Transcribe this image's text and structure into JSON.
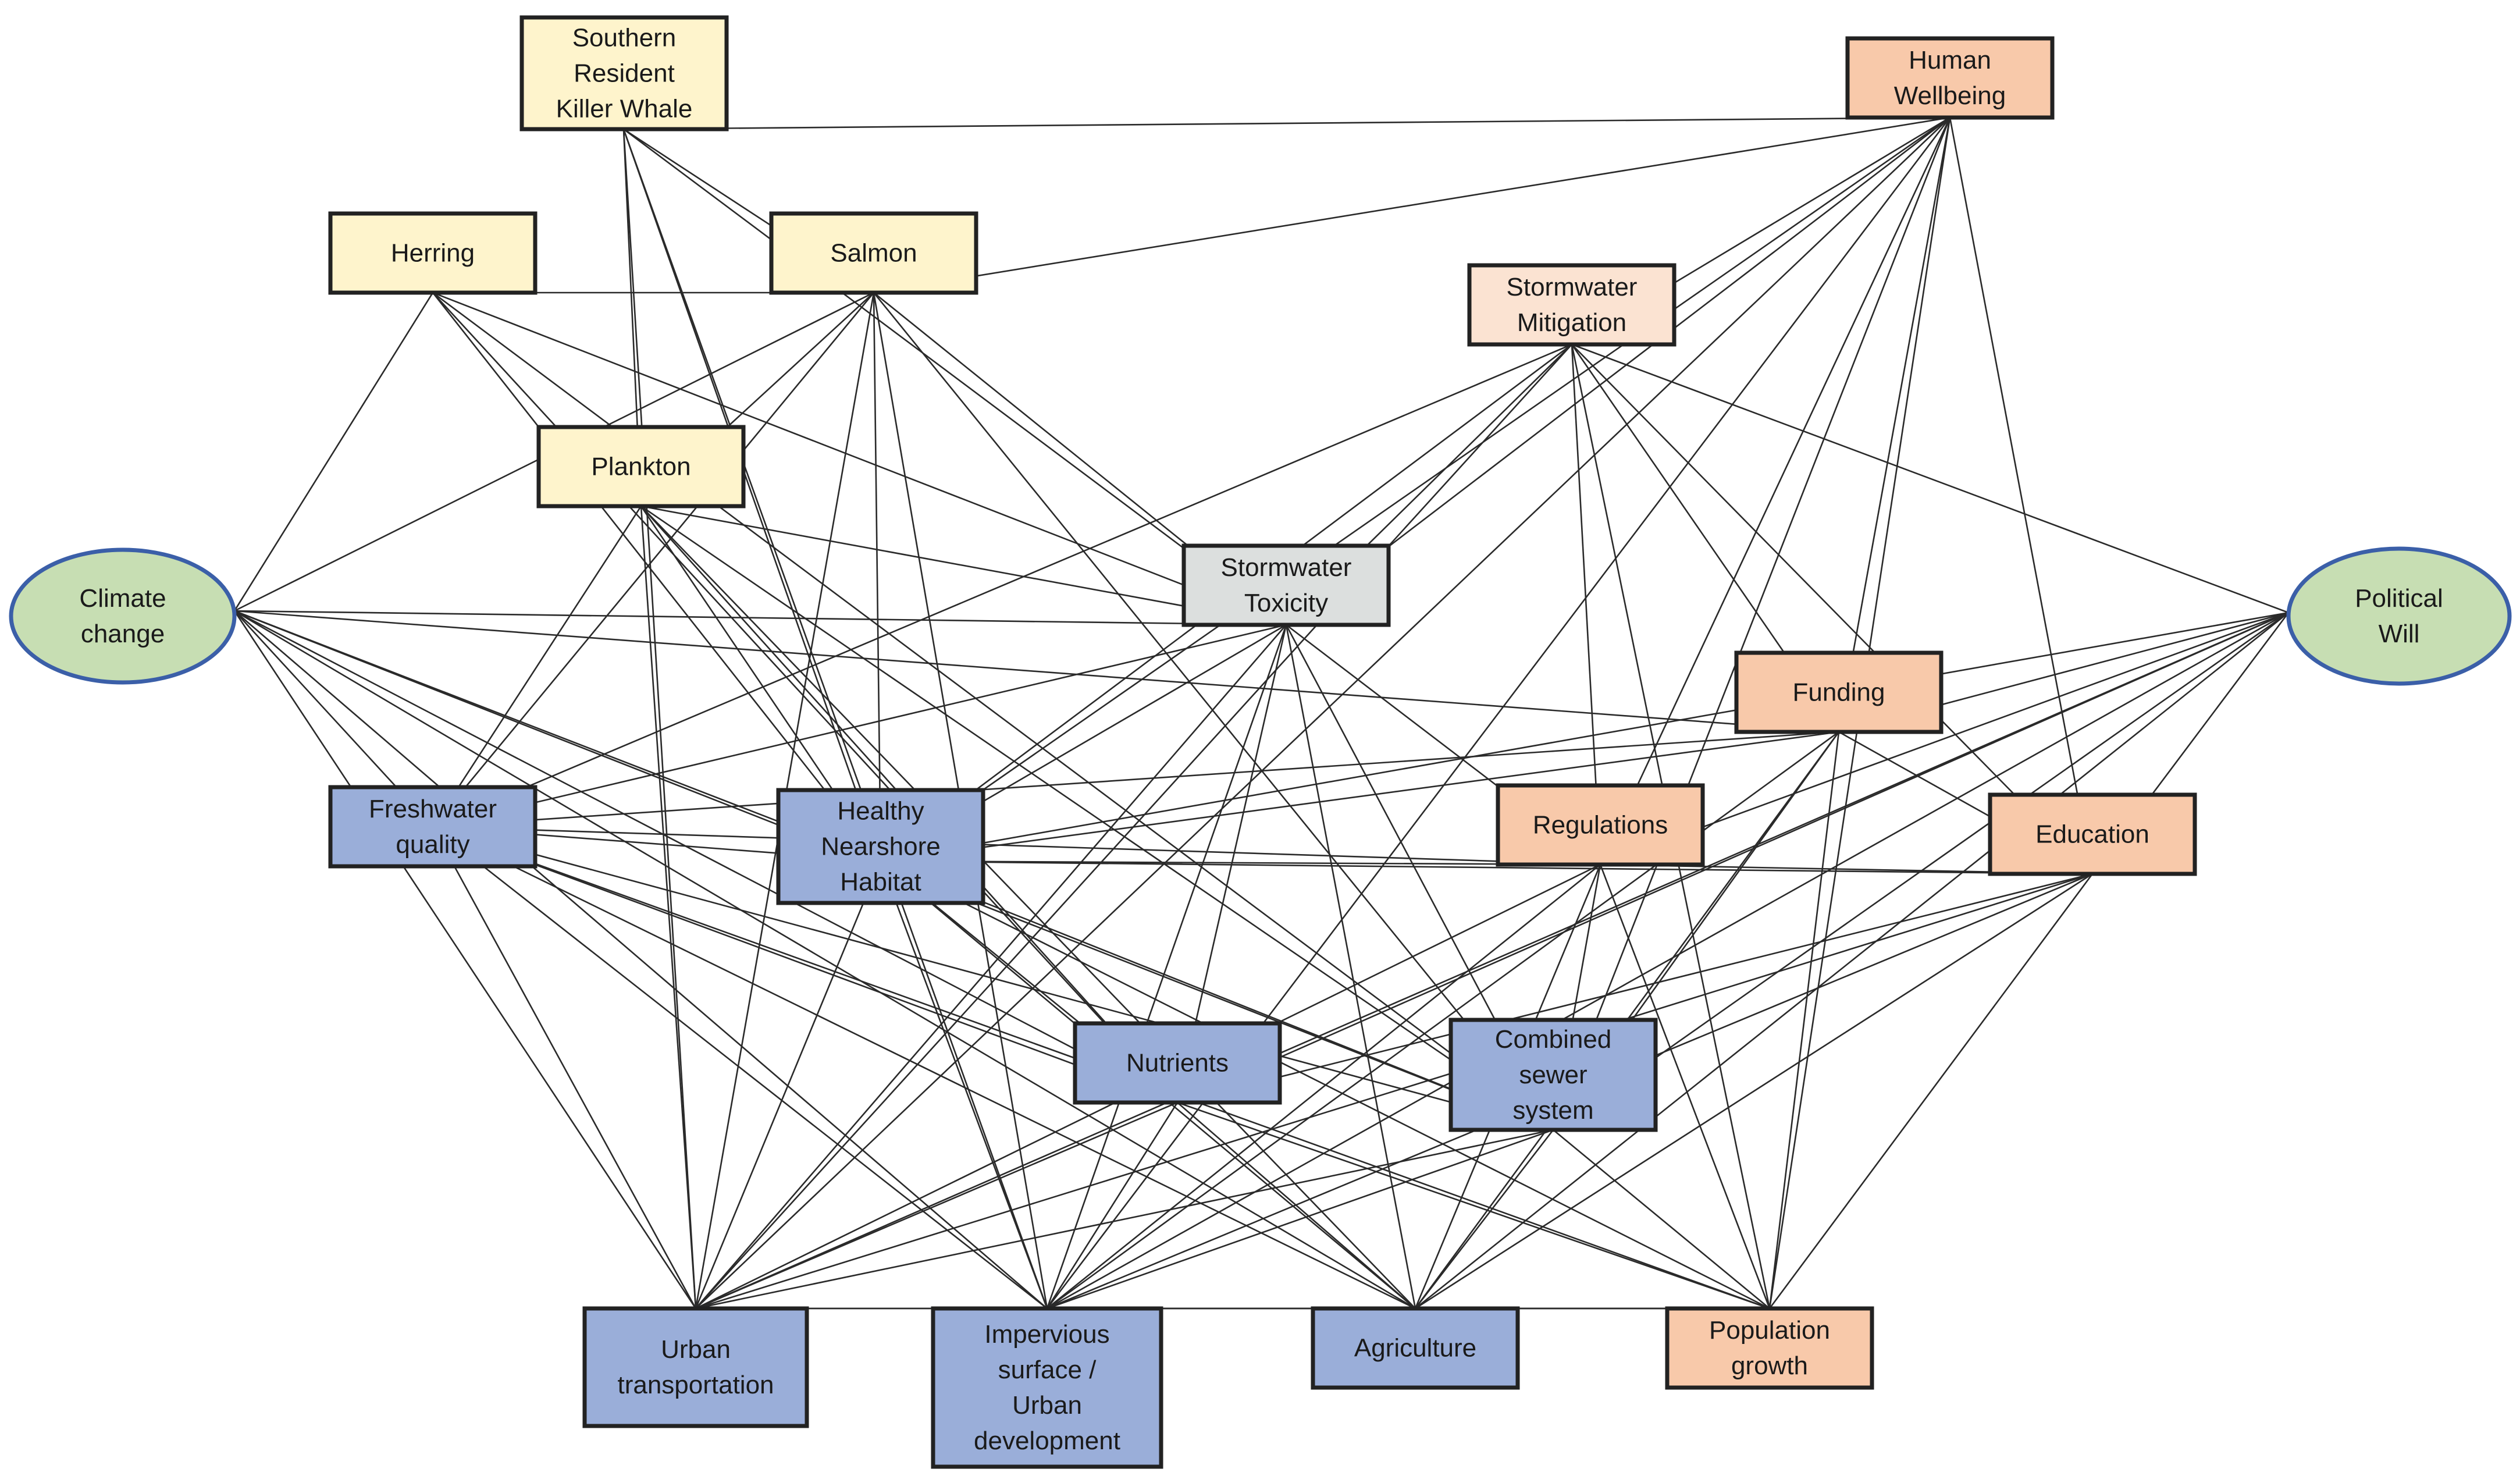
{
  "colors": {
    "species": "#fef4cc",
    "mitigation": "#fbe3d2",
    "toxicity": "#dcdfde",
    "social": "#f8c9aa",
    "driver": "#9aaed9",
    "external": "#c7deb3",
    "external_outline": "#3b5fa8",
    "edge": "#2a2a2a"
  },
  "nodes": [
    {
      "id": "orca",
      "shape": "rect",
      "group": "species",
      "lines": [
        "Southern",
        "Resident",
        "Killer Whale"
      ]
    },
    {
      "id": "human",
      "shape": "rect",
      "group": "social",
      "lines": [
        "Human",
        "Wellbeing"
      ]
    },
    {
      "id": "herring",
      "shape": "rect",
      "group": "species",
      "lines": [
        "Herring"
      ]
    },
    {
      "id": "salmon",
      "shape": "rect",
      "group": "species",
      "lines": [
        "Salmon"
      ]
    },
    {
      "id": "swmit",
      "shape": "rect",
      "group": "mitigation",
      "lines": [
        "Stormwater",
        "Mitigation"
      ]
    },
    {
      "id": "plankton",
      "shape": "rect",
      "group": "species",
      "lines": [
        "Plankton"
      ]
    },
    {
      "id": "climate",
      "shape": "ellipse",
      "group": "external",
      "lines": [
        "Climate",
        "change"
      ]
    },
    {
      "id": "swtox",
      "shape": "rect",
      "group": "toxicity",
      "lines": [
        "Stormwater",
        "Toxicity"
      ]
    },
    {
      "id": "political",
      "shape": "ellipse",
      "group": "external",
      "lines": [
        "Political",
        "Will"
      ]
    },
    {
      "id": "funding",
      "shape": "rect",
      "group": "social",
      "lines": [
        "Funding"
      ]
    },
    {
      "id": "fresh",
      "shape": "rect",
      "group": "driver",
      "lines": [
        "Freshwater",
        "quality"
      ]
    },
    {
      "id": "habitat",
      "shape": "rect",
      "group": "driver",
      "lines": [
        "Healthy",
        "Nearshore",
        "Habitat"
      ]
    },
    {
      "id": "regs",
      "shape": "rect",
      "group": "social",
      "lines": [
        "Regulations"
      ]
    },
    {
      "id": "edu",
      "shape": "rect",
      "group": "social",
      "lines": [
        "Education"
      ]
    },
    {
      "id": "nutrients",
      "shape": "rect",
      "group": "driver",
      "lines": [
        "Nutrients"
      ]
    },
    {
      "id": "sewer",
      "shape": "rect",
      "group": "driver",
      "lines": [
        "Combined",
        "sewer",
        "system"
      ]
    },
    {
      "id": "transport",
      "shape": "rect",
      "group": "driver",
      "lines": [
        "Urban",
        "transportation"
      ]
    },
    {
      "id": "imperv",
      "shape": "rect",
      "group": "driver",
      "lines": [
        "Impervious",
        "surface /",
        "Urban",
        "development"
      ]
    },
    {
      "id": "agri",
      "shape": "rect",
      "group": "driver",
      "lines": [
        "Agriculture"
      ]
    },
    {
      "id": "pop",
      "shape": "rect",
      "group": "social",
      "lines": [
        "Population",
        "growth"
      ]
    }
  ],
  "edges": [
    [
      "orca",
      "human"
    ],
    [
      "orca",
      "salmon"
    ],
    [
      "orca",
      "swtox"
    ],
    [
      "orca",
      "plankton"
    ],
    [
      "orca",
      "habitat"
    ],
    [
      "orca",
      "transport"
    ],
    [
      "orca",
      "imperv"
    ],
    [
      "herring",
      "salmon"
    ],
    [
      "herring",
      "climate"
    ],
    [
      "herring",
      "swtox"
    ],
    [
      "herring",
      "habitat"
    ],
    [
      "herring",
      "nutrients"
    ],
    [
      "herring",
      "sewer"
    ],
    [
      "salmon",
      "human"
    ],
    [
      "salmon",
      "climate"
    ],
    [
      "salmon",
      "plankton"
    ],
    [
      "salmon",
      "swtox"
    ],
    [
      "salmon",
      "fresh"
    ],
    [
      "salmon",
      "habitat"
    ],
    [
      "salmon",
      "imperv"
    ],
    [
      "salmon",
      "transport"
    ],
    [
      "salmon",
      "sewer"
    ],
    [
      "plankton",
      "swtox"
    ],
    [
      "plankton",
      "habitat"
    ],
    [
      "plankton",
      "nutrients"
    ],
    [
      "plankton",
      "transport"
    ],
    [
      "plankton",
      "agri"
    ],
    [
      "plankton",
      "sewer"
    ],
    [
      "plankton",
      "fresh"
    ],
    [
      "human",
      "swmit"
    ],
    [
      "human",
      "swtox"
    ],
    [
      "human",
      "funding"
    ],
    [
      "human",
      "regs"
    ],
    [
      "human",
      "edu"
    ],
    [
      "human",
      "transport"
    ],
    [
      "human",
      "imperv"
    ],
    [
      "human",
      "pop"
    ],
    [
      "human",
      "sewer"
    ],
    [
      "human",
      "habitat"
    ],
    [
      "swmit",
      "swtox"
    ],
    [
      "swmit",
      "funding"
    ],
    [
      "swmit",
      "regs"
    ],
    [
      "swmit",
      "edu"
    ],
    [
      "swmit",
      "political"
    ],
    [
      "swmit",
      "fresh"
    ],
    [
      "swmit",
      "habitat"
    ],
    [
      "swmit",
      "transport"
    ],
    [
      "swmit",
      "pop"
    ],
    [
      "climate",
      "swtox"
    ],
    [
      "climate",
      "funding"
    ],
    [
      "climate",
      "fresh"
    ],
    [
      "climate",
      "habitat"
    ],
    [
      "climate",
      "nutrients"
    ],
    [
      "climate",
      "sewer"
    ],
    [
      "climate",
      "agri"
    ],
    [
      "climate",
      "imperv"
    ],
    [
      "climate",
      "transport"
    ],
    [
      "swtox",
      "fresh"
    ],
    [
      "swtox",
      "habitat"
    ],
    [
      "swtox",
      "regs"
    ],
    [
      "swtox",
      "nutrients"
    ],
    [
      "swtox",
      "sewer"
    ],
    [
      "swtox",
      "agri"
    ],
    [
      "swtox",
      "imperv"
    ],
    [
      "swtox",
      "transport"
    ],
    [
      "political",
      "funding"
    ],
    [
      "political",
      "regs"
    ],
    [
      "political",
      "edu"
    ],
    [
      "political",
      "habitat"
    ],
    [
      "political",
      "nutrients"
    ],
    [
      "political",
      "sewer"
    ],
    [
      "political",
      "imperv"
    ],
    [
      "political",
      "agri"
    ],
    [
      "political",
      "transport"
    ],
    [
      "funding",
      "fresh"
    ],
    [
      "funding",
      "habitat"
    ],
    [
      "funding",
      "edu"
    ],
    [
      "funding",
      "sewer"
    ],
    [
      "funding",
      "imperv"
    ],
    [
      "funding",
      "pop"
    ],
    [
      "funding",
      "agri"
    ],
    [
      "fresh",
      "habitat"
    ],
    [
      "fresh",
      "regs"
    ],
    [
      "fresh",
      "nutrients"
    ],
    [
      "fresh",
      "sewer"
    ],
    [
      "fresh",
      "transport"
    ],
    [
      "fresh",
      "imperv"
    ],
    [
      "fresh",
      "agri"
    ],
    [
      "fresh",
      "pop"
    ],
    [
      "habitat",
      "regs"
    ],
    [
      "habitat",
      "edu"
    ],
    [
      "habitat",
      "nutrients"
    ],
    [
      "habitat",
      "sewer"
    ],
    [
      "habitat",
      "transport"
    ],
    [
      "habitat",
      "imperv"
    ],
    [
      "habitat",
      "agri"
    ],
    [
      "habitat",
      "pop"
    ],
    [
      "regs",
      "edu"
    ],
    [
      "regs",
      "sewer"
    ],
    [
      "regs",
      "transport"
    ],
    [
      "regs",
      "imperv"
    ],
    [
      "regs",
      "agri"
    ],
    [
      "regs",
      "pop"
    ],
    [
      "edu",
      "transport"
    ],
    [
      "edu",
      "imperv"
    ],
    [
      "edu",
      "agri"
    ],
    [
      "edu",
      "pop"
    ],
    [
      "edu",
      "nutrients"
    ],
    [
      "nutrients",
      "transport"
    ],
    [
      "nutrients",
      "imperv"
    ],
    [
      "nutrients",
      "agri"
    ],
    [
      "nutrients",
      "pop"
    ],
    [
      "sewer",
      "transport"
    ],
    [
      "sewer",
      "imperv"
    ],
    [
      "sewer",
      "agri"
    ],
    [
      "sewer",
      "pop"
    ],
    [
      "transport",
      "agri"
    ],
    [
      "imperv",
      "pop"
    ],
    [
      "agri",
      "pop"
    ],
    [
      "transport",
      "pop"
    ]
  ]
}
